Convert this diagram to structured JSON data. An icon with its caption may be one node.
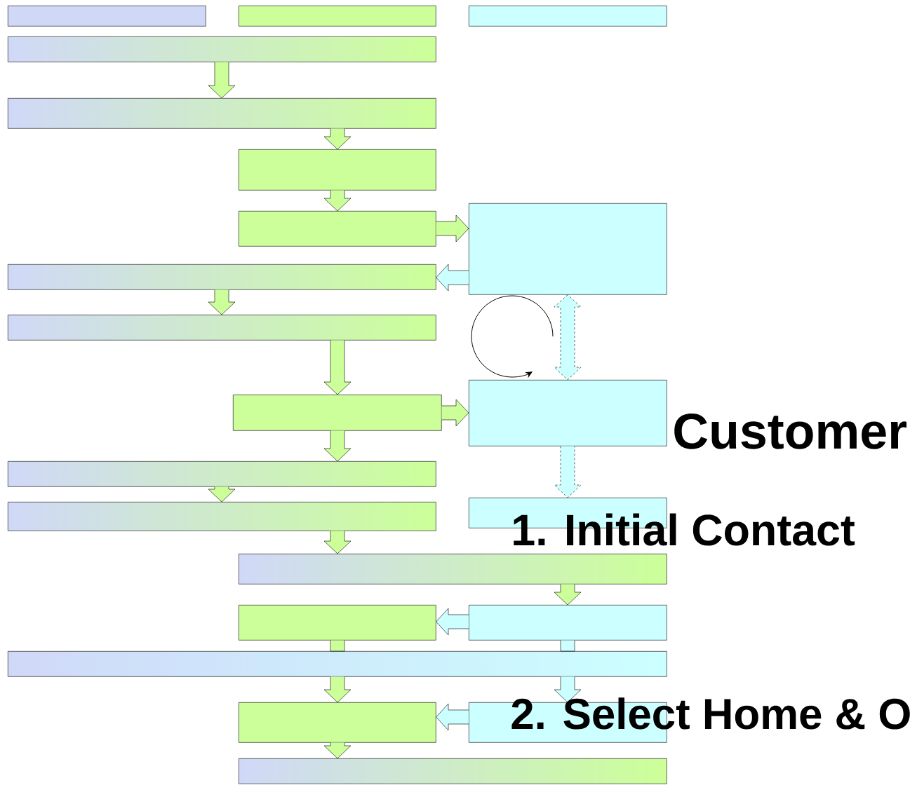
{
  "diagram": {
    "nodes": [
      {
        "text": [],
        "shape": "box"
      },
      {
        "text": [],
        "shape": "box"
      },
      {
        "text": [],
        "shape": "box"
      },
      {
        "text": [],
        "shape": "box"
      },
      {
        "text": [],
        "shape": "box"
      },
      {
        "text": [],
        "shape": "box"
      },
      {
        "text": [],
        "shape": "box"
      },
      {
        "text": [],
        "shape": "box"
      },
      {
        "text": [],
        "shape": "box"
      },
      {
        "text": [],
        "shape": "box"
      },
      {
        "text": [],
        "shape": "box"
      },
      {
        "text": [],
        "shape": "box"
      },
      {
        "text": [],
        "shape": "box"
      },
      {
        "text": [],
        "shape": "box"
      },
      {
        "text": [],
        "shape": "box"
      },
      {
        "text": [],
        "shape": "box"
      },
      {
        "text": [],
        "shape": "box"
      },
      {
        "text": [],
        "shape": "box"
      },
      {
        "text": [],
        "shape": "box"
      },
      {
        "text": [],
        "shape": "box"
      },
      {
        "text": [],
        "shape": "box"
      },
      {
        "text": [],
        "shape": "box"
      }
    ],
    "edges": [
      {
        "from": 3,
        "to": 4,
        "arrow": "to"
      },
      {
        "from": 4,
        "to": 5,
        "arrow": "to"
      },
      {
        "from": 5,
        "to": 6,
        "arrow": "to"
      },
      {
        "from": 6,
        "to": 7,
        "arrow": "to"
      },
      {
        "from": 7,
        "to": 8,
        "arrow": "to"
      },
      {
        "from": 8,
        "to": 9,
        "arrow": "to"
      },
      {
        "from": 9,
        "to": 10,
        "arrow": "to"
      },
      {
        "from": 10,
        "to": 11,
        "arrow": "to"
      },
      {
        "from": 7,
        "to": 11,
        "arrow": "both",
        "style": "dashed"
      },
      {
        "from": 11,
        "to": 14,
        "arrow": "to",
        "style": "dashed"
      },
      {
        "from": 10,
        "to": 12,
        "arrow": "to"
      },
      {
        "from": 12,
        "to": 13,
        "arrow": "to"
      },
      {
        "from": 13,
        "to": 15,
        "arrow": "to"
      },
      {
        "from": 15,
        "to": 17,
        "arrow": "to"
      },
      {
        "from": 17,
        "to": 16,
        "arrow": "to"
      },
      {
        "from": 16,
        "to": 18,
        "arrow": "none"
      },
      {
        "from": 17,
        "to": 18,
        "arrow": "none"
      },
      {
        "from": 18,
        "to": 19,
        "arrow": "to"
      },
      {
        "from": 18,
        "to": 20,
        "arrow": "to"
      },
      {
        "from": 20,
        "to": 19,
        "arrow": "to"
      },
      {
        "from": 19,
        "to": 21,
        "arrow": "to"
      }
    ],
    "labels": [
      "Customer",
      "1. Initial Contact",
      "2. Select Home & O"
    ]
  }
}
